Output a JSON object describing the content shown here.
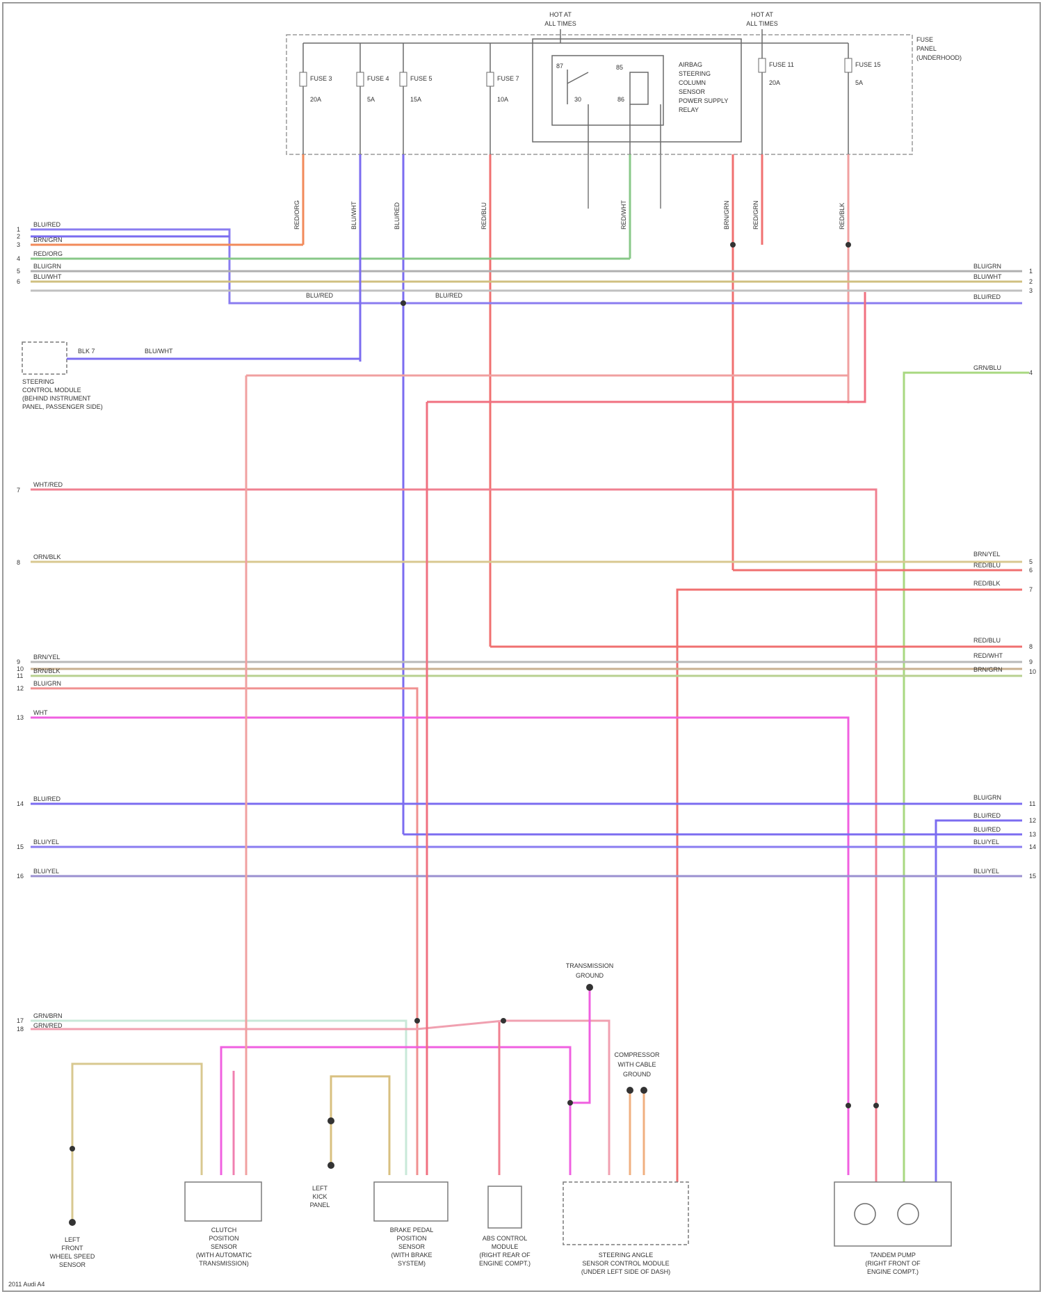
{
  "header": {
    "hot_at_left": [
      "HOT AT",
      "ALL TIMES"
    ],
    "hot_at_right": [
      "HOT AT",
      "ALL TIMES"
    ],
    "fuse_panel": [
      "FUSE",
      "PANEL",
      "(UNDERHOOD)"
    ]
  },
  "fuses": [
    {
      "name": "FUSE 3",
      "rating": "20A"
    },
    {
      "name": "FUSE 4",
      "rating": "5A"
    },
    {
      "name": "FUSE 5",
      "rating": "15A"
    },
    {
      "name": "FUSE 7",
      "rating": "10A"
    },
    {
      "name": "FUSE 11",
      "rating": "20A"
    },
    {
      "name": "FUSE 15",
      "rating": "5A"
    }
  ],
  "relay": {
    "label": [
      "AIRBAG",
      "STEERING",
      "COLUMN",
      "SENSOR",
      "POWER SUPPLY",
      "RELAY"
    ],
    "pins": [
      "87",
      "30",
      "85",
      "86"
    ]
  },
  "left_connector": {
    "pins": [
      "1",
      "2",
      "3",
      "4",
      "5",
      "6",
      "7",
      "8",
      "9",
      "10",
      "11",
      "12",
      "13",
      "14",
      "15",
      "16",
      "17",
      "18"
    ],
    "wire_labels": [
      "BLU/RED",
      "BRN/GRN",
      "RED/ORG",
      "BLU/GRN",
      "BLU/WHT",
      "WHT/RED",
      "ORN/BLK",
      "BRN/YEL",
      "BRN/BLK",
      "BLU/GRN",
      "WHT",
      "BLU/RED",
      "BLU/YEL",
      "BLU/YEL",
      "GRN/BRN",
      "GRN/RED"
    ]
  },
  "right_connector": {
    "pins": [
      "1",
      "2",
      "3",
      "4",
      "5",
      "6",
      "7",
      "8",
      "9",
      "10",
      "11",
      "12",
      "13",
      "14",
      "15"
    ],
    "wire_labels": [
      "BLU/GRN",
      "BLU/WHT",
      "BLU/RED",
      "GRN/BLU",
      "BRN/YEL",
      "RED/BLU",
      "RED/BLK",
      "RED/BLU",
      "RED/WHT",
      "BRN/GRN",
      "BLU/GRN",
      "BLU/RED",
      "BLU/RED",
      "BLU/YEL",
      "BLU/YEL"
    ]
  },
  "wire_tags": [
    "RED/ORG",
    "BLU/WHT",
    "BLU/RED",
    "RED/BLU",
    "RED/WHT",
    "BRN/GRN",
    "RED/GRN",
    "RED/BLK",
    "BLU/RED",
    "BLU/RED"
  ],
  "side_module": {
    "pins": "BLK   7",
    "wire": "BLU/WHT",
    "label": [
      "STEERING",
      "CONTROL MODULE",
      "(BEHIND INSTRUMENT",
      "PANEL, PASSENGER SIDE)"
    ]
  },
  "ground_labels": {
    "transmission": [
      "TRANSMISSION",
      "GROUND"
    ],
    "compressor": [
      "COMPRESSOR",
      "WITH CABLE",
      "GROUND"
    ],
    "left_kick": [
      "LEFT",
      "KICK",
      "PANEL"
    ]
  },
  "components": [
    {
      "id": "left-front",
      "label": [
        "LEFT",
        "FRONT",
        "WHEEL SPEED",
        "SENSOR"
      ]
    },
    {
      "id": "clutch",
      "label": [
        "CLUTCH",
        "POSITION",
        "SENSOR",
        "(WITH AUTOMATIC",
        "TRANSMISSION)"
      ]
    },
    {
      "id": "brake",
      "label": [
        "BRAKE PEDAL",
        "POSITION",
        "SENSOR",
        "(WITH BRAKE",
        "SYSTEM)"
      ]
    },
    {
      "id": "abs",
      "label": [
        "ABS CONTROL",
        "MODULE",
        "(RIGHT REAR OF",
        "ENGINE COMPT.)"
      ]
    },
    {
      "id": "steering-angle",
      "label": [
        "STEERING ANGLE",
        "SENSOR CONTROL MODULE",
        "(UNDER LEFT SIDE OF DASH)"
      ]
    },
    {
      "id": "pump",
      "label": [
        "TANDEM PUMP",
        "(RIGHT FRONT OF",
        "ENGINE COMPT.)"
      ]
    }
  ],
  "footer": "2011 Audi A4"
}
